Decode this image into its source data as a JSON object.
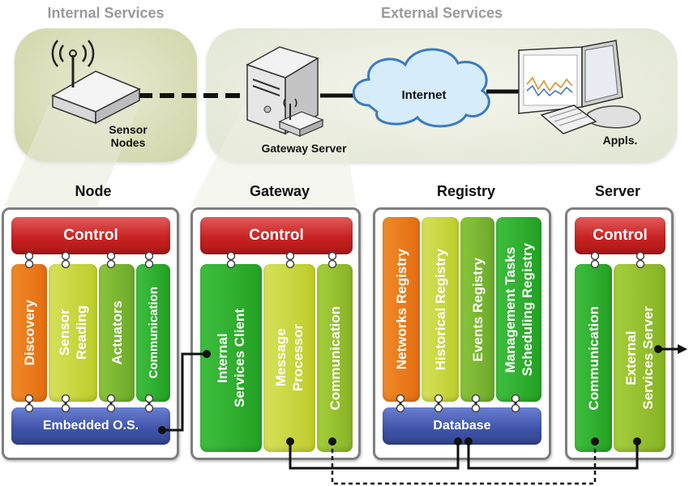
{
  "regions": {
    "internal_title": "Internal Services",
    "external_title": "External Services"
  },
  "devices": {
    "sensor_nodes": "Sensor\nNodes",
    "gateway_server": "Gateway Server",
    "internet": "Internet",
    "appls": "Appls."
  },
  "node": {
    "title": "Node",
    "control": "Control",
    "columns": [
      "Discovery",
      "Sensor\nReading",
      "Actuators",
      "Communication"
    ],
    "base": "Embedded O.S."
  },
  "gateway": {
    "title": "Gateway",
    "control": "Control",
    "columns": [
      "Internal\nServices Client",
      "Message\nProcessor",
      "Communication"
    ]
  },
  "registry": {
    "title": "Registry",
    "columns": [
      "Networks Registry",
      "Historical Registry",
      "Events Registry",
      "Management Tasks\nScheduling Registry"
    ],
    "base": "Database"
  },
  "server": {
    "title": "Server",
    "control": "Control",
    "columns": [
      "Communication",
      "External\nServices Server"
    ]
  },
  "colors": {
    "control_red": "#c82222",
    "base_blue": "#3e52a8",
    "panel_border": "#7f7f7f"
  }
}
